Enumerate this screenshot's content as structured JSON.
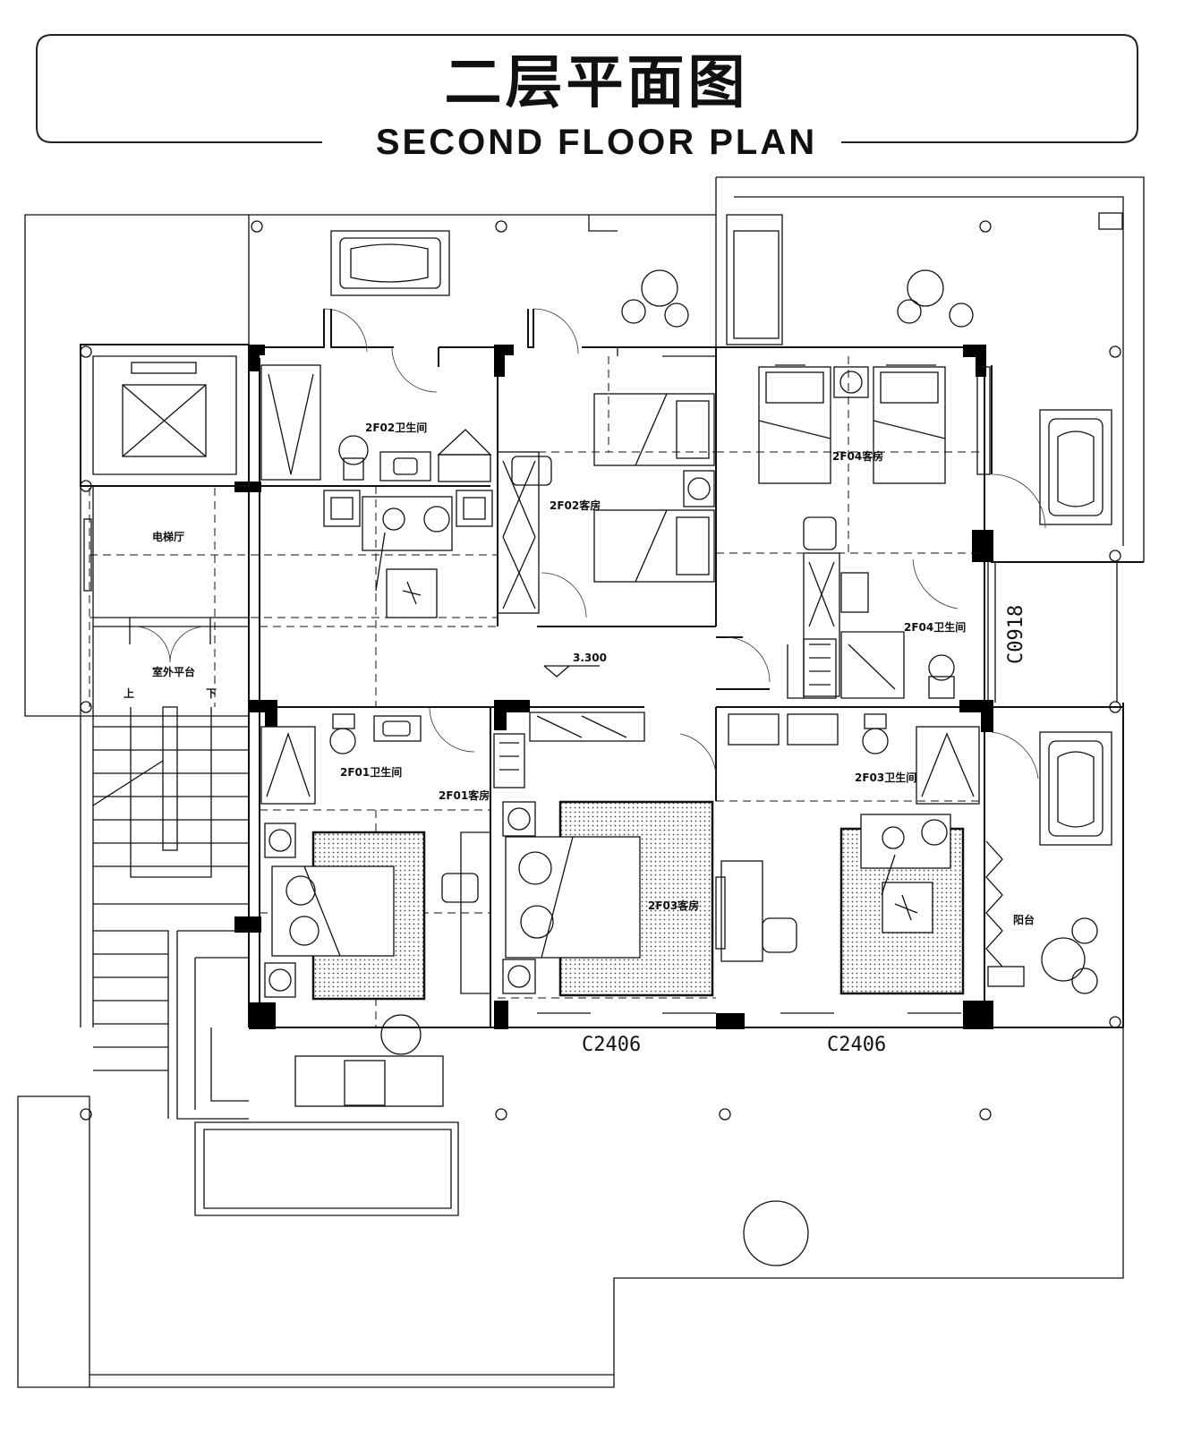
{
  "title": {
    "cn": "二层平面图",
    "en": "SECOND FLOOR PLAN"
  },
  "rooms": {
    "bath_2f02": "2F02卫生间",
    "room_2f02": "2F02客房",
    "room_2f04": "2F04客房",
    "bath_2f04": "2F04卫生间",
    "elevator_hall": "电梯厅",
    "outdoor_platform": "室外平台",
    "bath_2f01": "2F01卫生间",
    "room_2f01": "2F01客房",
    "room_2f03": "2F03客房",
    "bath_2f03": "2F03卫生间",
    "balcony": "阳台"
  },
  "stairs": {
    "up": "上",
    "down": "下"
  },
  "level": "3.300",
  "windows": {
    "east": "C0918",
    "south_left": "C2406",
    "south_right": "C2406"
  }
}
